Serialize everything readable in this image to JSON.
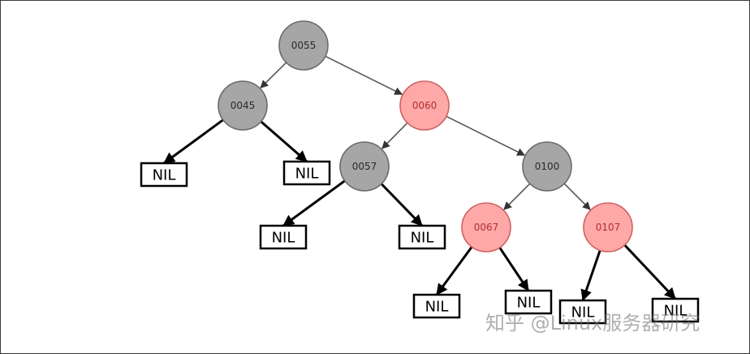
{
  "colors": {
    "black_fill": "#a6a6a6",
    "black_stroke": "#6b6b6b",
    "black_text": "#2a2a2a",
    "red_fill": "#ffa8a8",
    "red_stroke": "#d06060",
    "red_text": "#b03030",
    "thin_edge": "#555555",
    "thick_edge": "#000000"
  },
  "nodes": [
    {
      "id": "n0055",
      "label": "0055",
      "color": "black"
    },
    {
      "id": "n0045",
      "label": "0045",
      "color": "black"
    },
    {
      "id": "n0060",
      "label": "0060",
      "color": "red"
    },
    {
      "id": "n0057",
      "label": "0057",
      "color": "black"
    },
    {
      "id": "n0100",
      "label": "0100",
      "color": "black"
    },
    {
      "id": "n0067",
      "label": "0067",
      "color": "red"
    },
    {
      "id": "n0107",
      "label": "0107",
      "color": "red"
    }
  ],
  "nil_leaves": [
    {
      "id": "nil1",
      "label": "NIL",
      "parent": "n0045"
    },
    {
      "id": "nil2",
      "label": "NIL",
      "parent": "n0045"
    },
    {
      "id": "nil3",
      "label": "NIL",
      "parent": "n0057"
    },
    {
      "id": "nil4",
      "label": "NIL",
      "parent": "n0057"
    },
    {
      "id": "nil5",
      "label": "NIL",
      "parent": "n0067"
    },
    {
      "id": "nil6",
      "label": "NIL",
      "parent": "n0067"
    },
    {
      "id": "nil7",
      "label": "NIL",
      "parent": "n0107"
    },
    {
      "id": "nil8",
      "label": "NIL",
      "parent": "n0107"
    }
  ],
  "edges": [
    {
      "from": "n0055",
      "to": "n0045",
      "type": "node"
    },
    {
      "from": "n0055",
      "to": "n0060",
      "type": "node"
    },
    {
      "from": "n0060",
      "to": "n0057",
      "type": "node"
    },
    {
      "from": "n0060",
      "to": "n0100",
      "type": "node"
    },
    {
      "from": "n0100",
      "to": "n0067",
      "type": "node"
    },
    {
      "from": "n0100",
      "to": "n0107",
      "type": "node"
    },
    {
      "from": "n0045",
      "to": "nil1",
      "type": "nil"
    },
    {
      "from": "n0045",
      "to": "nil2",
      "type": "nil"
    },
    {
      "from": "n0057",
      "to": "nil3",
      "type": "nil"
    },
    {
      "from": "n0057",
      "to": "nil4",
      "type": "nil"
    },
    {
      "from": "n0067",
      "to": "nil5",
      "type": "nil"
    },
    {
      "from": "n0067",
      "to": "nil6",
      "type": "nil"
    },
    {
      "from": "n0107",
      "to": "nil7",
      "type": "nil"
    },
    {
      "from": "n0107",
      "to": "nil8",
      "type": "nil"
    }
  ],
  "watermark": "知乎 @Linux服务器研究"
}
